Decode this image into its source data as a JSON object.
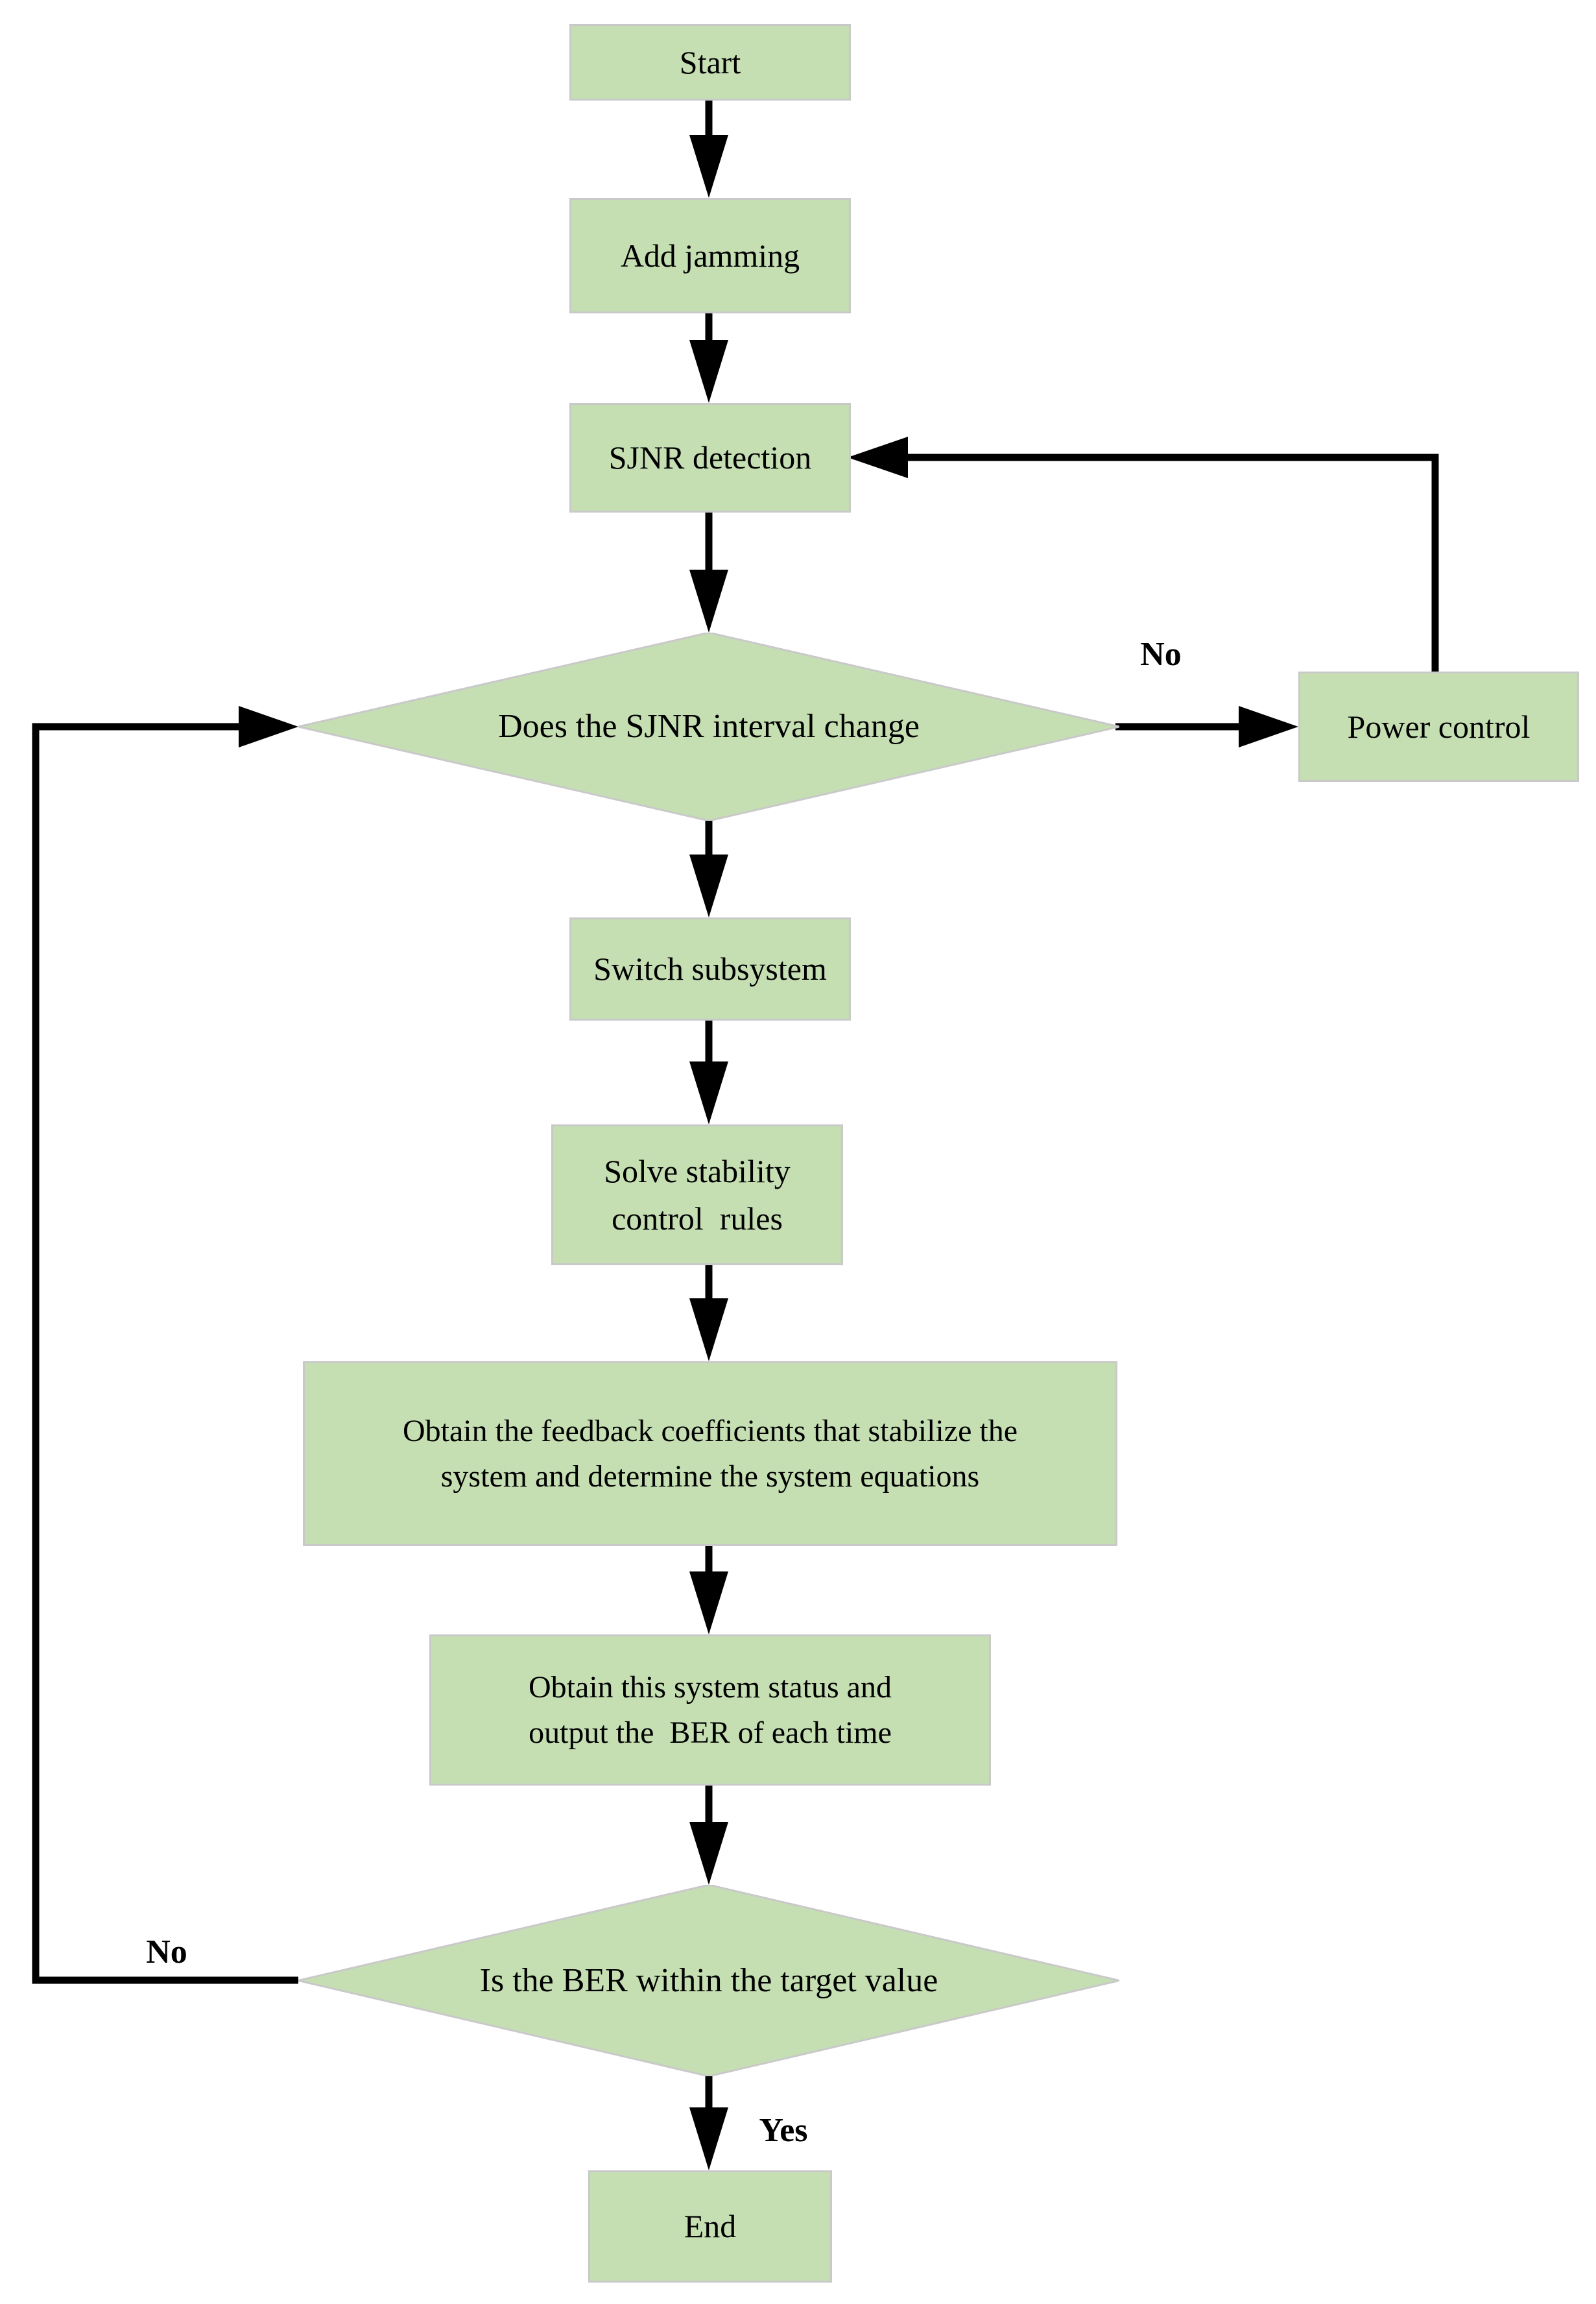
{
  "flowchart": {
    "background_color": "#ffffff",
    "node_fill_color": "#c5dfb3",
    "node_border_color": "#c9c9c9",
    "arrow_color": "#000000",
    "text_color": "#000000",
    "nodes": {
      "start": {
        "label": "Start",
        "type": "process"
      },
      "add_jamming": {
        "label": "Add jamming",
        "type": "process"
      },
      "sjnr_detection": {
        "label": "SJNR detection",
        "type": "process"
      },
      "sjnr_decision": {
        "label": "Does the SJNR interval change",
        "type": "decision"
      },
      "power_control": {
        "label": "Power control",
        "type": "process"
      },
      "switch_subsystem": {
        "label": "Switch subsystem",
        "type": "process"
      },
      "solve_rules": {
        "label": "Solve stability\ncontrol  rules",
        "type": "process"
      },
      "obtain_feedback": {
        "label": "Obtain the feedback coefficients that stabilize the\nsystem and determine the system equations",
        "type": "process"
      },
      "obtain_status": {
        "label": "Obtain this system status and\noutput the  BER of each time",
        "type": "process"
      },
      "ber_decision": {
        "label": "Is the BER within the target value",
        "type": "decision"
      },
      "end": {
        "label": "End",
        "type": "process"
      }
    },
    "edge_labels": {
      "no_top": "No",
      "no_bottom": "No",
      "yes": "Yes"
    }
  }
}
